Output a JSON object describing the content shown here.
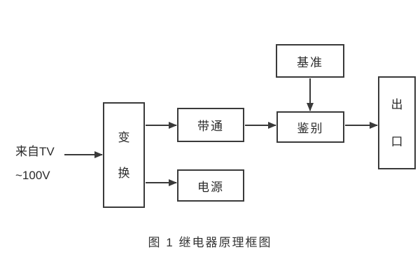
{
  "diagram": {
    "title": "继电器原理框图",
    "input": {
      "line1": "来自TV",
      "line2": "~100V"
    },
    "blocks": {
      "transform": {
        "chars": [
          "变",
          "换"
        ]
      },
      "bandpass": {
        "label": "带通"
      },
      "power": {
        "label": "电源"
      },
      "reference": {
        "label": "基准"
      },
      "discriminate": {
        "label": "鉴别"
      },
      "outlet": {
        "chars": [
          "出",
          "口"
        ]
      }
    },
    "connections": {
      "input_to_transform": "来自TV → 变换",
      "transform_to_bandpass": "变换 → 带通",
      "transform_to_power": "变换 → 电源",
      "bandpass_to_discriminate": "带通 → 鉴别",
      "reference_to_discriminate": "基准 → 鉴别",
      "discriminate_to_outlet": "鉴别 → 出口"
    },
    "caption": "图 1 继电器原理框图",
    "colors": {
      "line": "#3a3a3a",
      "text": "#2b2b2b",
      "background": "#ffffff"
    }
  }
}
